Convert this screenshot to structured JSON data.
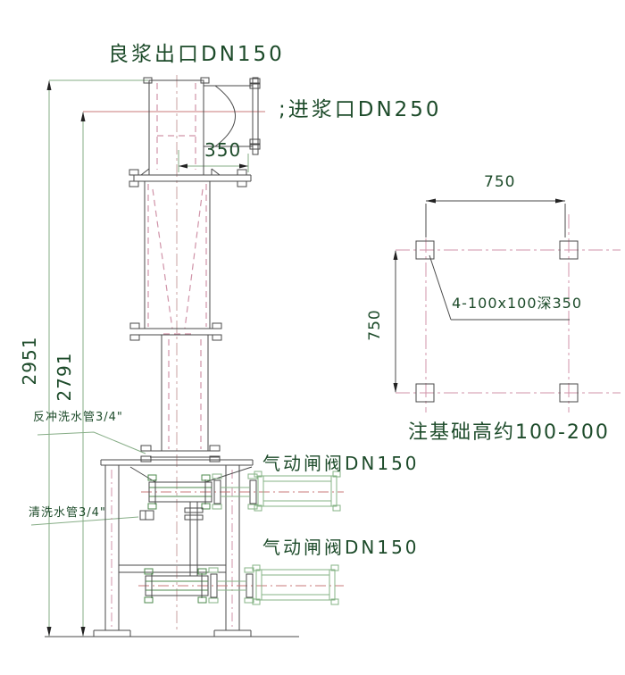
{
  "colors": {
    "background": "#ffffff",
    "text_green": "#1d4b2a",
    "outline_dark": "#4a4a4a",
    "dimension_green": "#86ad86",
    "valve_green": "#85b385",
    "centerline_red": "#c87878",
    "hidden_line_pink": "#d093a8"
  },
  "front_view": {
    "outlet_label": "良浆出口DN150",
    "inlet_label": ";进浆口DN250",
    "inlet_offset_dim": "350",
    "total_height_dim": "2951",
    "inlet_height_dim": "2791",
    "backflush_pipe_label": "反冲洗水管3/4\"",
    "flush_pipe_label": "清洗水管3/4\"",
    "upper_valve_label": "气动闸阀DN150",
    "lower_valve_label": "气动闸阀DN150"
  },
  "foundation_plan": {
    "width_dim": "750",
    "depth_dim": "750",
    "anchor_holes_label": "4-100x100深350",
    "note": "注基础高约100-200"
  }
}
